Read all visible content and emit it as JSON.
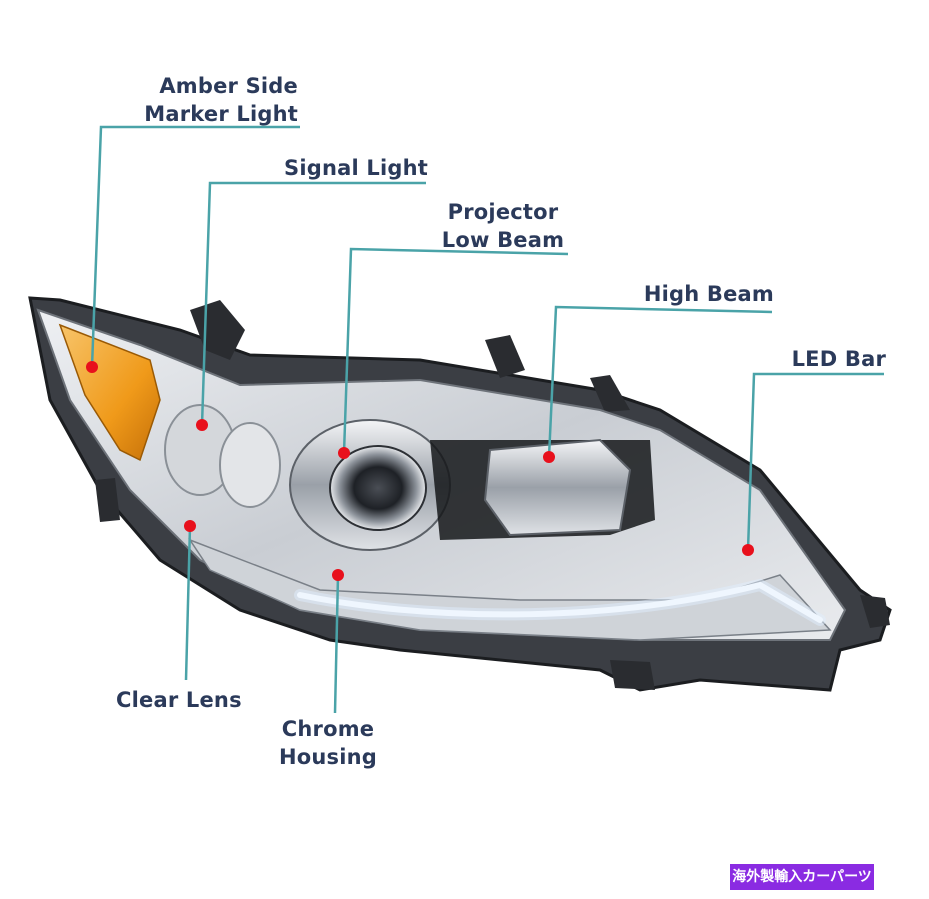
{
  "labels": {
    "amber_side_marker": "Amber Side\nMarker Light",
    "signal_light": "Signal Light",
    "projector_low_beam": "Projector\nLow Beam",
    "high_beam": "High Beam",
    "led_bar": "LED Bar",
    "clear_lens": "Clear Lens",
    "chrome_housing": "Chrome\nHousing"
  },
  "watermark": "海外製輸入カーパーツ",
  "colors": {
    "label_text": "#2b3a5a",
    "leader_line": "#4aa3a8",
    "marker_dot": "#e8101c",
    "amber_lens": "#f0a020",
    "badge_bg": "#8a2be2"
  }
}
